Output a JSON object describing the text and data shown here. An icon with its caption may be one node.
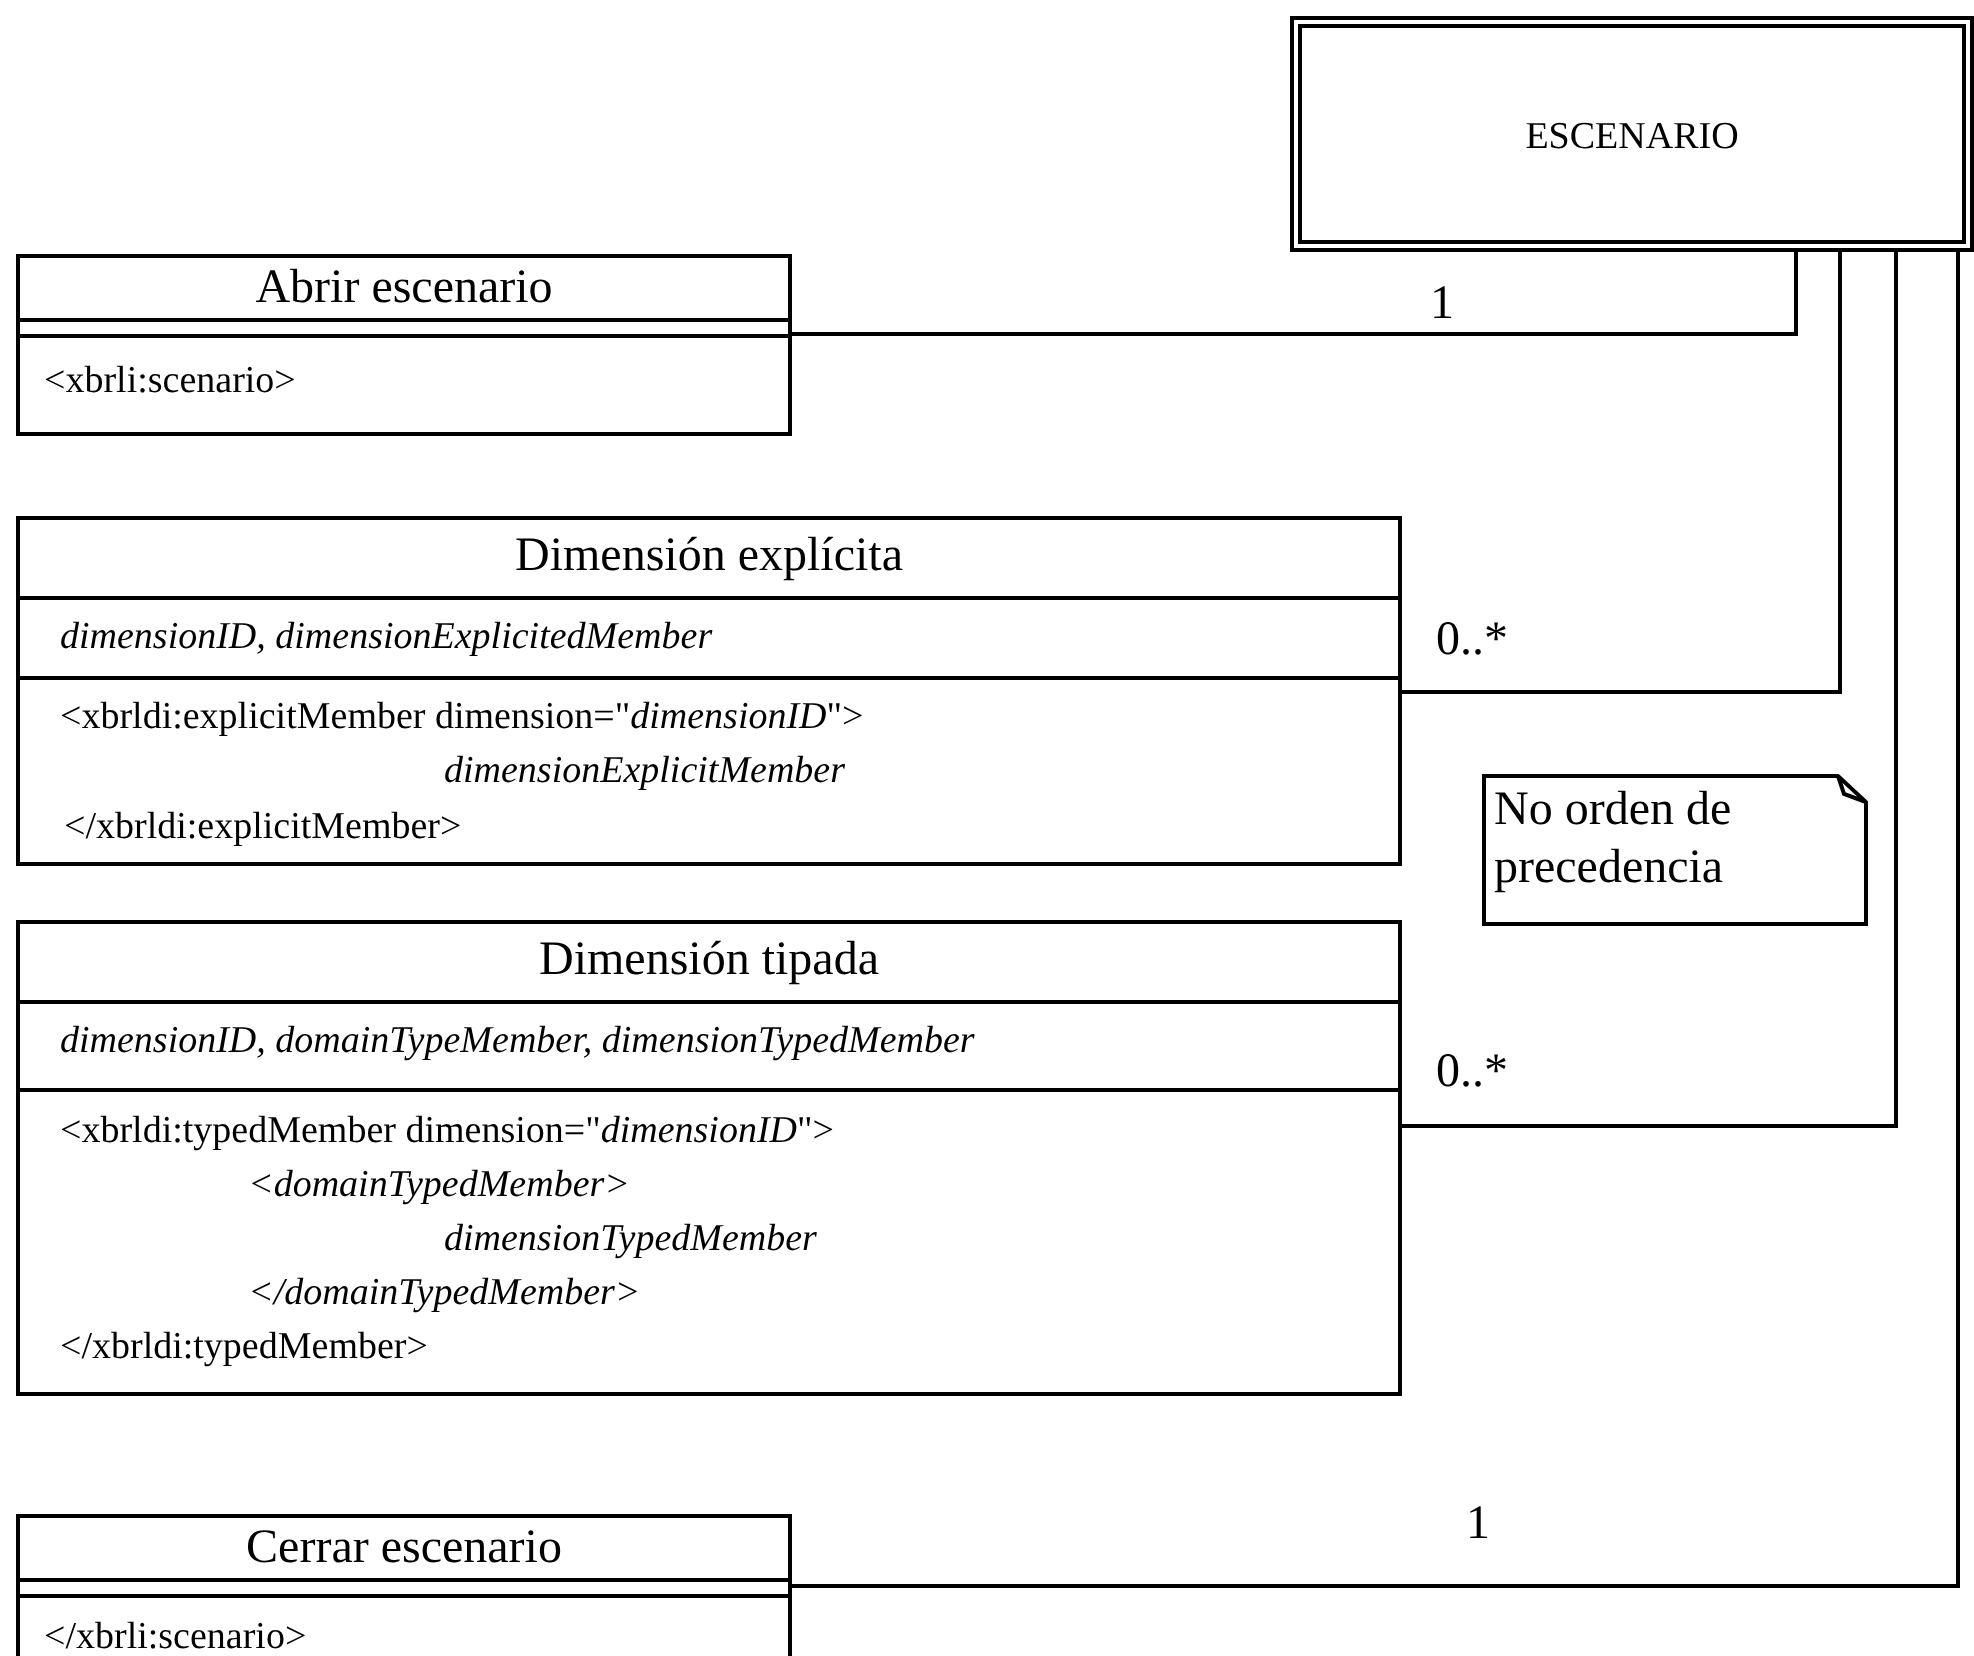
{
  "diagram": {
    "nodes": [
      {
        "text": [
          "ESCENARIO"
        ]
      },
      {
        "text": [
          "Abrir escenario",
          "<xbrli:scenario>"
        ]
      },
      {
        "text": [
          "Dimensión explícita",
          "dimensionID, dimensionExplicitedMember",
          "<xbrldi:explicitMember dimension=\"*dimensionID*\">",
          "dimensionExplicitMember",
          "</xbrldi:explicitMember>"
        ]
      },
      {
        "text": [
          "Dimensión tipada",
          "dimensionID, domainTypeMember, dimensionTypedMember",
          "<xbrldi:typedMember dimension=\"*dimensionID*\">",
          "<domainTypedMember>",
          "dimensionTypedMember",
          "</domainTypedMember>",
          "</xbrldi:typedMember>"
        ]
      },
      {
        "text": [
          "Cerrar escenario",
          "</xbrli:scenario>"
        ]
      },
      {
        "text": [
          "No orden de precedencia"
        ]
      }
    ],
    "edges": [
      {
        "from": 1,
        "to": 0,
        "arrow": "none",
        "label": "1"
      },
      {
        "from": 2,
        "to": 0,
        "arrow": "none",
        "label": "0..*"
      },
      {
        "from": 3,
        "to": 0,
        "arrow": "none",
        "label": "0..*"
      },
      {
        "from": 4,
        "to": 0,
        "arrow": "none",
        "label": "1"
      }
    ]
  }
}
